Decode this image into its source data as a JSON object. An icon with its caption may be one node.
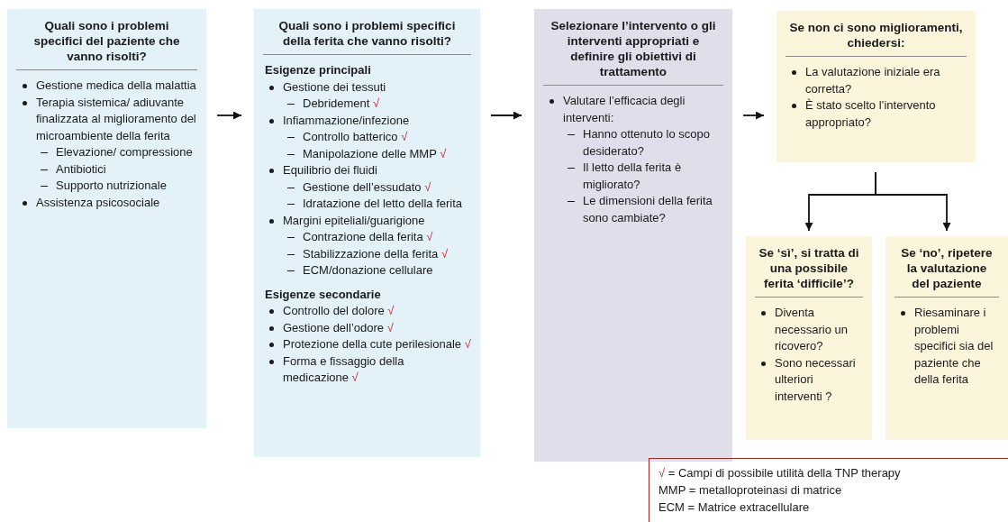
{
  "diagram": {
    "nodes": [
      {
        "text": [
          "Quali sono i problemi specifici del paziente che vanno risolti?",
          "Gestione medica della malattia",
          "Terapia sistemica/ adiuvante finalizzata al miglioramento del microambiente della ferita",
          "Elevazione/ compressione",
          "Antibiotici",
          "Supporto nutrizionale",
          "Assistenza psicosociale"
        ]
      },
      {
        "text": [
          "Quali sono i problemi specifici della ferita che vanno risolti?",
          "Esigenze principali",
          "Gestione dei tessuti",
          "Debridement √",
          "Infiammazione/infezione",
          "Controllo batterico √",
          "Manipolazione delle MMP √",
          "Equilibrio dei fluidi",
          "Gestione dell’essudato √",
          "Idratazione del letto della ferita",
          "Margini epiteliali/guarigione",
          "Contrazione della ferita √",
          "Stabilizzazione della ferita √",
          "ECM/donazione cellulare",
          "Esigenze secondarie",
          "Controllo del dolore √",
          "Gestione dell’odore √",
          "Protezione della cute perilesionale √",
          "Forma e fissaggio della medicazione √"
        ]
      },
      {
        "text": [
          "Selezionare l’intervento o gli interventi appropriati e definire gli obiettivi di trattamento",
          "Valutare l’efficacia degli interventi:",
          "Hanno ottenuto lo scopo desiderato?",
          "Il letto della ferita è migliorato?",
          "Le dimensioni della ferita sono cambiate?"
        ]
      },
      {
        "text": [
          "Se non ci sono miglioramenti, chiedersi:",
          "La valutazione iniziale era corretta?",
          "È stato scelto l’intervento appropriato?"
        ]
      },
      {
        "text": [
          "Se ‘sì’, si tratta di una possibile ferita ‘difficile’?",
          "Diventa necessario un ricovero?",
          "Sono necessari ulteriori interventi ?"
        ]
      },
      {
        "text": [
          "Se ‘no’, ripetere la valutazione del paziente",
          "Riesaminare i problemi specifici sia del paziente che della ferita"
        ]
      }
    ],
    "edges": [
      {
        "from": 0,
        "to": 1,
        "arrow": "to"
      },
      {
        "from": 1,
        "to": 2,
        "arrow": "to"
      },
      {
        "from": 2,
        "to": 3,
        "arrow": "to"
      },
      {
        "from": 3,
        "to": 4,
        "arrow": "to"
      },
      {
        "from": 3,
        "to": 5,
        "arrow": "to"
      }
    ],
    "legend": [
      {
        "text": "√ = Campi di possibile utilità della TNP therapy"
      },
      {
        "text": "MMP = metalloproteinasi di matrice"
      },
      {
        "text": "ECM = Matrice extracellulare"
      }
    ]
  }
}
